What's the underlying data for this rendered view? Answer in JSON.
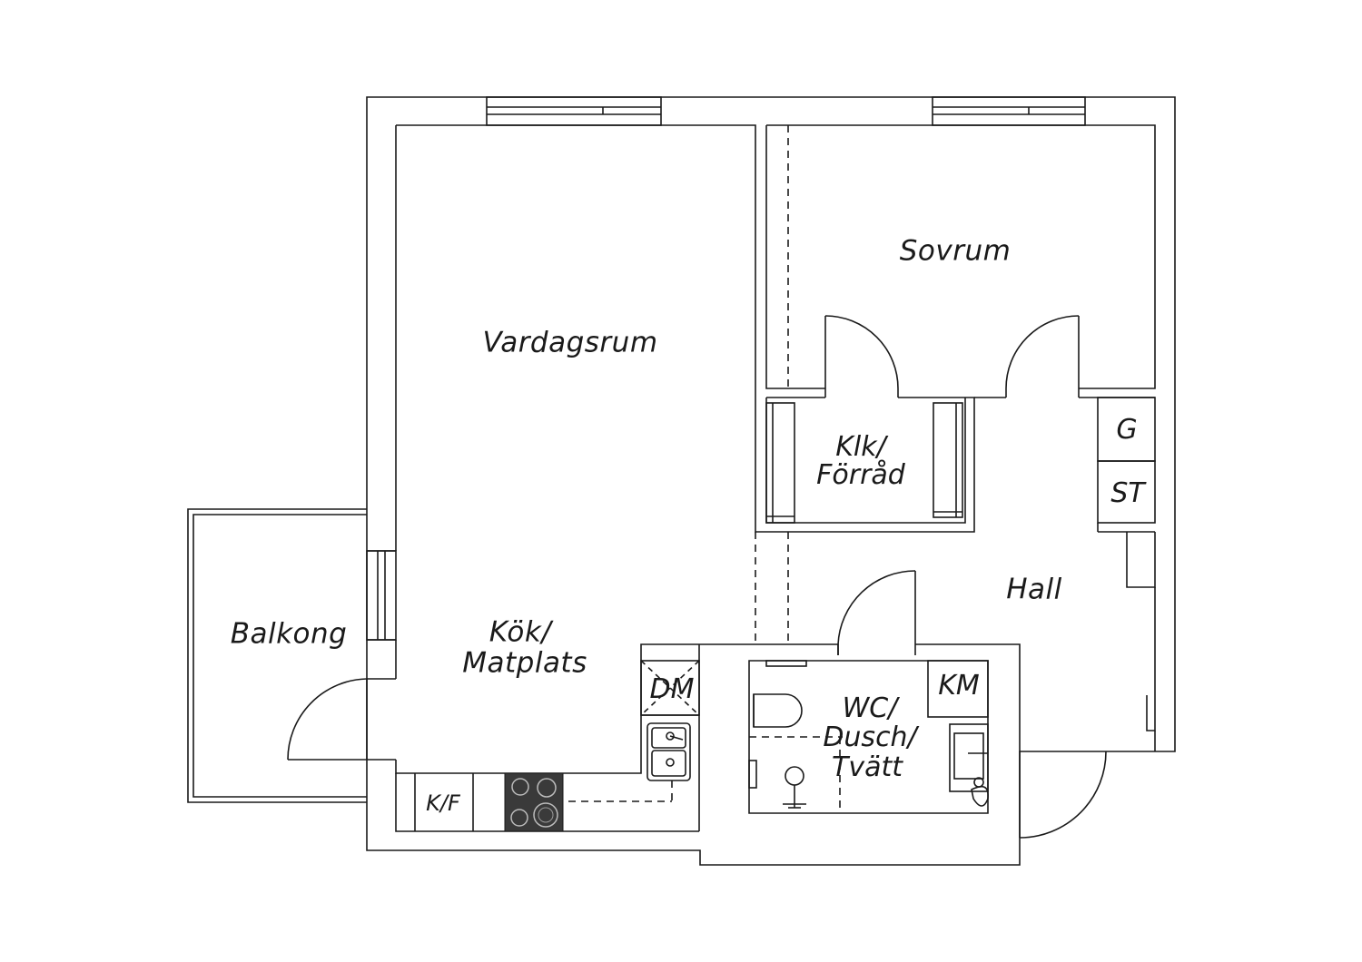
{
  "rooms": {
    "vardagsrum": "Vardagsrum",
    "sovrum": "Sovrum",
    "klk_line1": "Klk/",
    "klk_line2": "Förråd",
    "balkong": "Balkong",
    "kok_line1": "Kök/",
    "kok_line2": "Matplats",
    "hall": "Hall",
    "wc_line1": "WC/",
    "wc_line2": "Dusch/",
    "wc_line3": "Tvätt"
  },
  "fixtures": {
    "g": "G",
    "st": "ST",
    "dm": "DM",
    "km": "KM",
    "kf": "K/F"
  },
  "colors": {
    "line": "#1a1a1a",
    "stove": "#3a3a3a"
  }
}
